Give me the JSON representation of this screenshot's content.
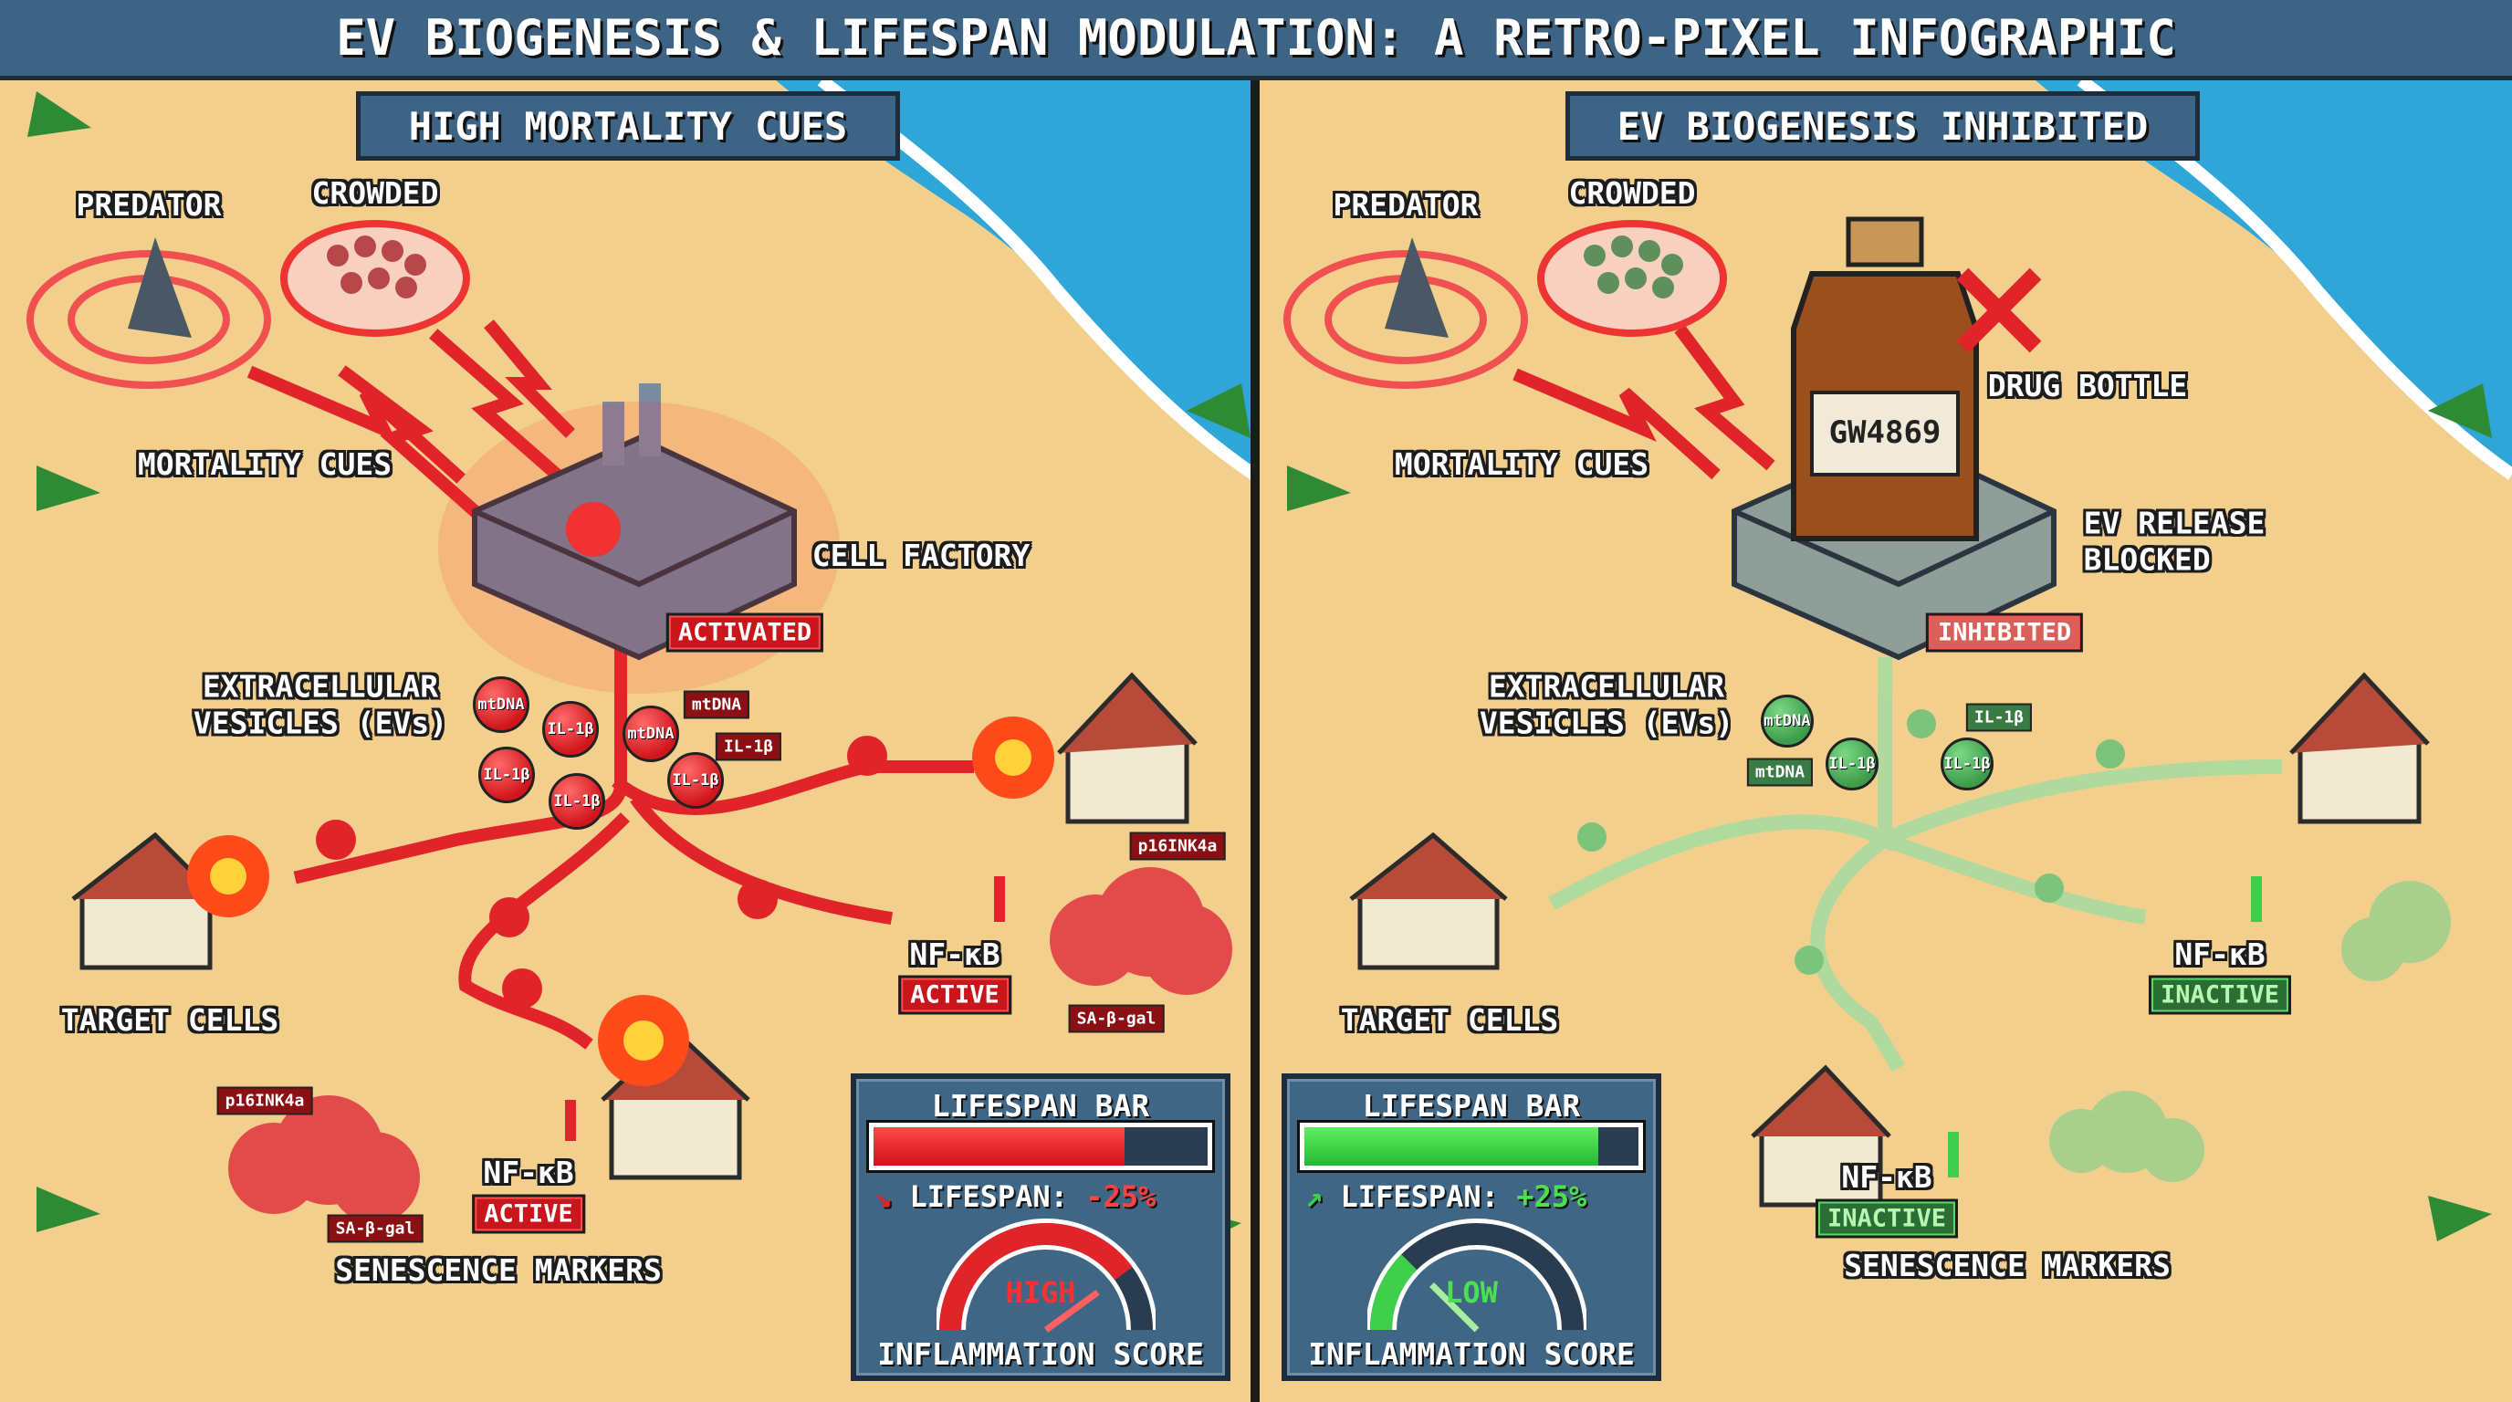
{
  "title": "EV BIOGENESIS & LIFESPAN MODULATION: A RETRO-PIXEL INFOGRAPHIC",
  "left": {
    "header": "HIGH MORTALITY CUES",
    "predator": "PREDATOR",
    "crowded": "CROWDED",
    "mortality_cues": "MORTALITY CUES",
    "cell_factory": "CELL FACTORY",
    "factory_status": "ACTIVATED",
    "evs": "EXTRACELLULAR\nVESICLES (EVs)",
    "ev_labels": [
      "mtDNA",
      "IL-1β",
      "IL-1β",
      "IL-1β",
      "mtDNA",
      "mtDNA",
      "IL-1β",
      "IL-1β"
    ],
    "target_cells": "TARGET CELLS",
    "nfkb_1": "NF-κB",
    "nfkb_1_status": "ACTIVE",
    "sa_bgal_1": "SA-β-gal",
    "p16_1": "p16INK4a",
    "nfkb_2": "NF-κB",
    "nfkb_2_status": "ACTIVE",
    "sa_bgal_2": "SA-β-gal",
    "p16_2": "p16INK4a",
    "senescence": "SENESCENCE MARKERS",
    "panel": {
      "title": "LIFESPAN BAR",
      "lifespan_fill": 0.75,
      "lifespan_label": "LIFESPAN:",
      "lifespan_value": "-25%",
      "gauge_label": "HIGH",
      "gauge_level": 0.8,
      "score_label": "INFLAMMATION SCORE",
      "color": "#e0242a"
    }
  },
  "right": {
    "header": "EV BIOGENESIS INHIBITED",
    "predator": "PREDATOR",
    "crowded": "CROWDED",
    "mortality_cues": "MORTALITY CUES",
    "drug": "GW4869",
    "drug_bottle": "DRUG BOTTLE",
    "ev_blocked": "EV RELEASE\nBLOCKED",
    "factory_status": "INHIBITED",
    "evs": "EXTRACELLULAR\nVESICLES (EVs)",
    "ev_labels": [
      "mtDNA",
      "mtDNA",
      "IL-1β",
      "IL-1β",
      "IL-1β"
    ],
    "target_cells": "TARGET CELLS",
    "nfkb_1": "NF-κB",
    "nfkb_1_status": "INACTIVE",
    "nfkb_2": "NF-κB",
    "nfkb_2_status": "INACTIVE",
    "senescence": "SENESCENCE MARKERS",
    "panel": {
      "title": "LIFESPAN BAR",
      "lifespan_fill": 0.88,
      "lifespan_label": "LIFESPAN:",
      "lifespan_value": "+25%",
      "gauge_label": "LOW",
      "gauge_level": 0.25,
      "score_label": "INFLAMMATION SCORE",
      "color": "#3fcf4a"
    }
  },
  "colors": {
    "sand": "#f2cf8c",
    "ocean": "#2fa6d8",
    "panel": "#3d6485",
    "active": "#c8161c",
    "inactive": "#2a6e36"
  }
}
